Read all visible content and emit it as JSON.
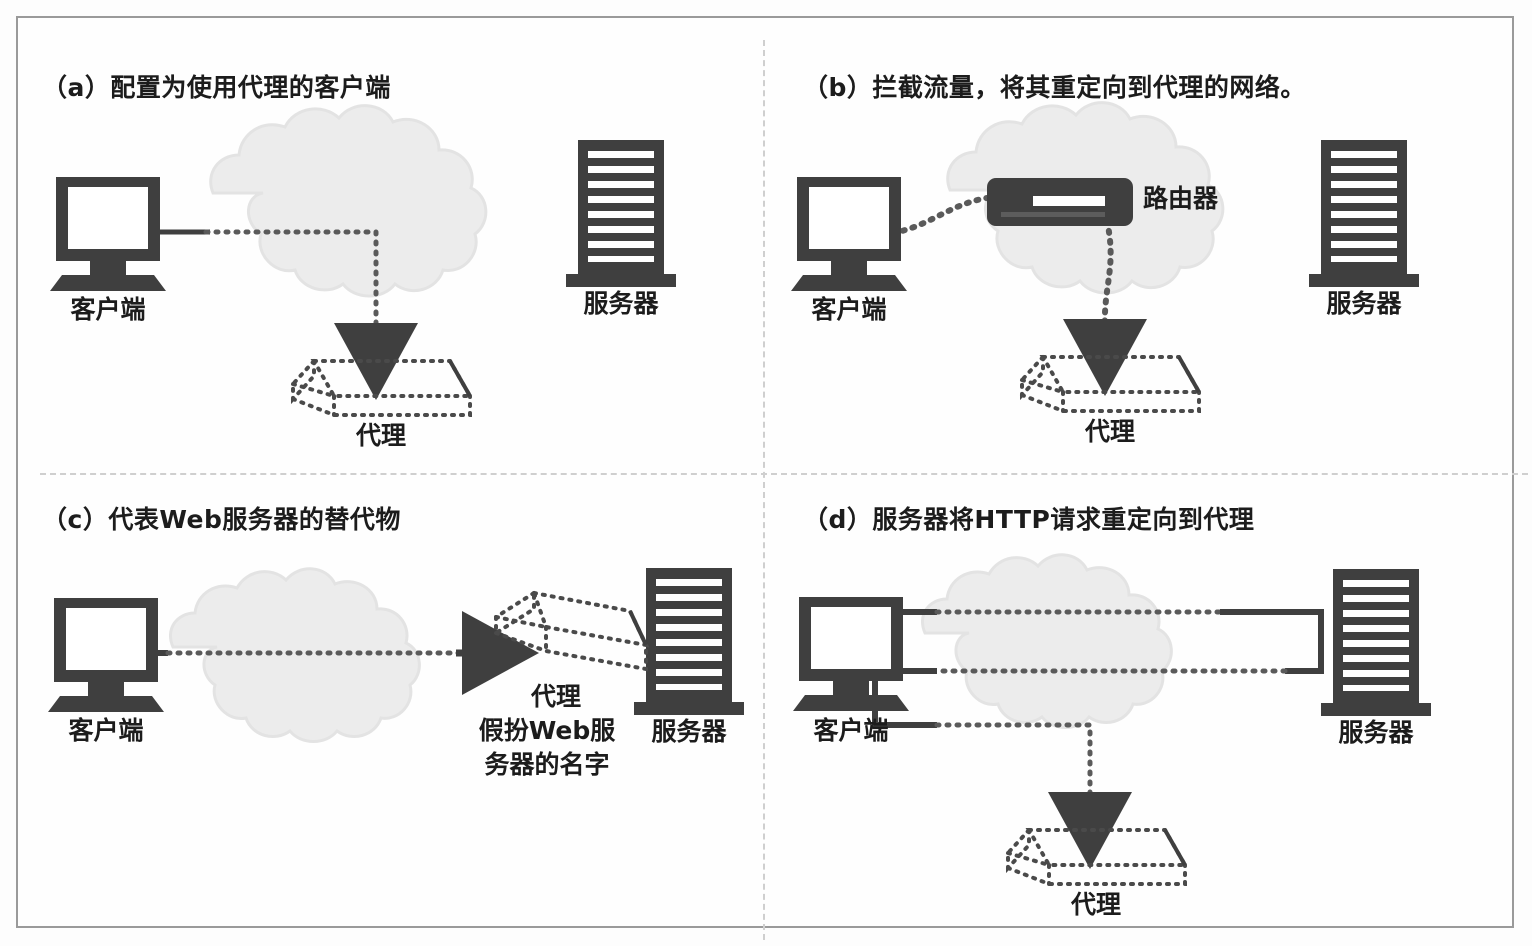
{
  "figure": {
    "kind": "four-panel network proxy deployment diagram",
    "background_color": "#fefefe",
    "frame_color": "#9a9a9a",
    "divider_color": "#cfcfcf"
  },
  "colors": {
    "device_dark": "#3f3f3f",
    "cloud_fill": "#ececec",
    "cloud_stroke": "#e2e2e2",
    "dotted_path": "#5a5a5a",
    "solid_link": "#3f3f3f",
    "text": "#1c1c1c"
  },
  "panels": [
    {
      "id": "a",
      "title": "（a）配置为使用代理的客户端",
      "labels": {
        "client": "客户端",
        "server": "服务器",
        "proxy": "代理"
      }
    },
    {
      "id": "b",
      "title": "（b）拦截流量，将其重定向到代理的网络。",
      "labels": {
        "client": "客户端",
        "server": "服务器",
        "proxy": "代理",
        "router": "路由器"
      }
    },
    {
      "id": "c",
      "title": "（c）代表Web服务器的替代物",
      "labels": {
        "client": "客户端",
        "server": "服务器",
        "proxy_line1": "代理",
        "proxy_line2": "假扮Web服",
        "proxy_line3": "务器的名字"
      }
    },
    {
      "id": "d",
      "title": "（d）服务器将HTTP请求重定向到代理",
      "labels": {
        "client": "客户端",
        "server": "服务器",
        "proxy": "代理"
      }
    }
  ]
}
